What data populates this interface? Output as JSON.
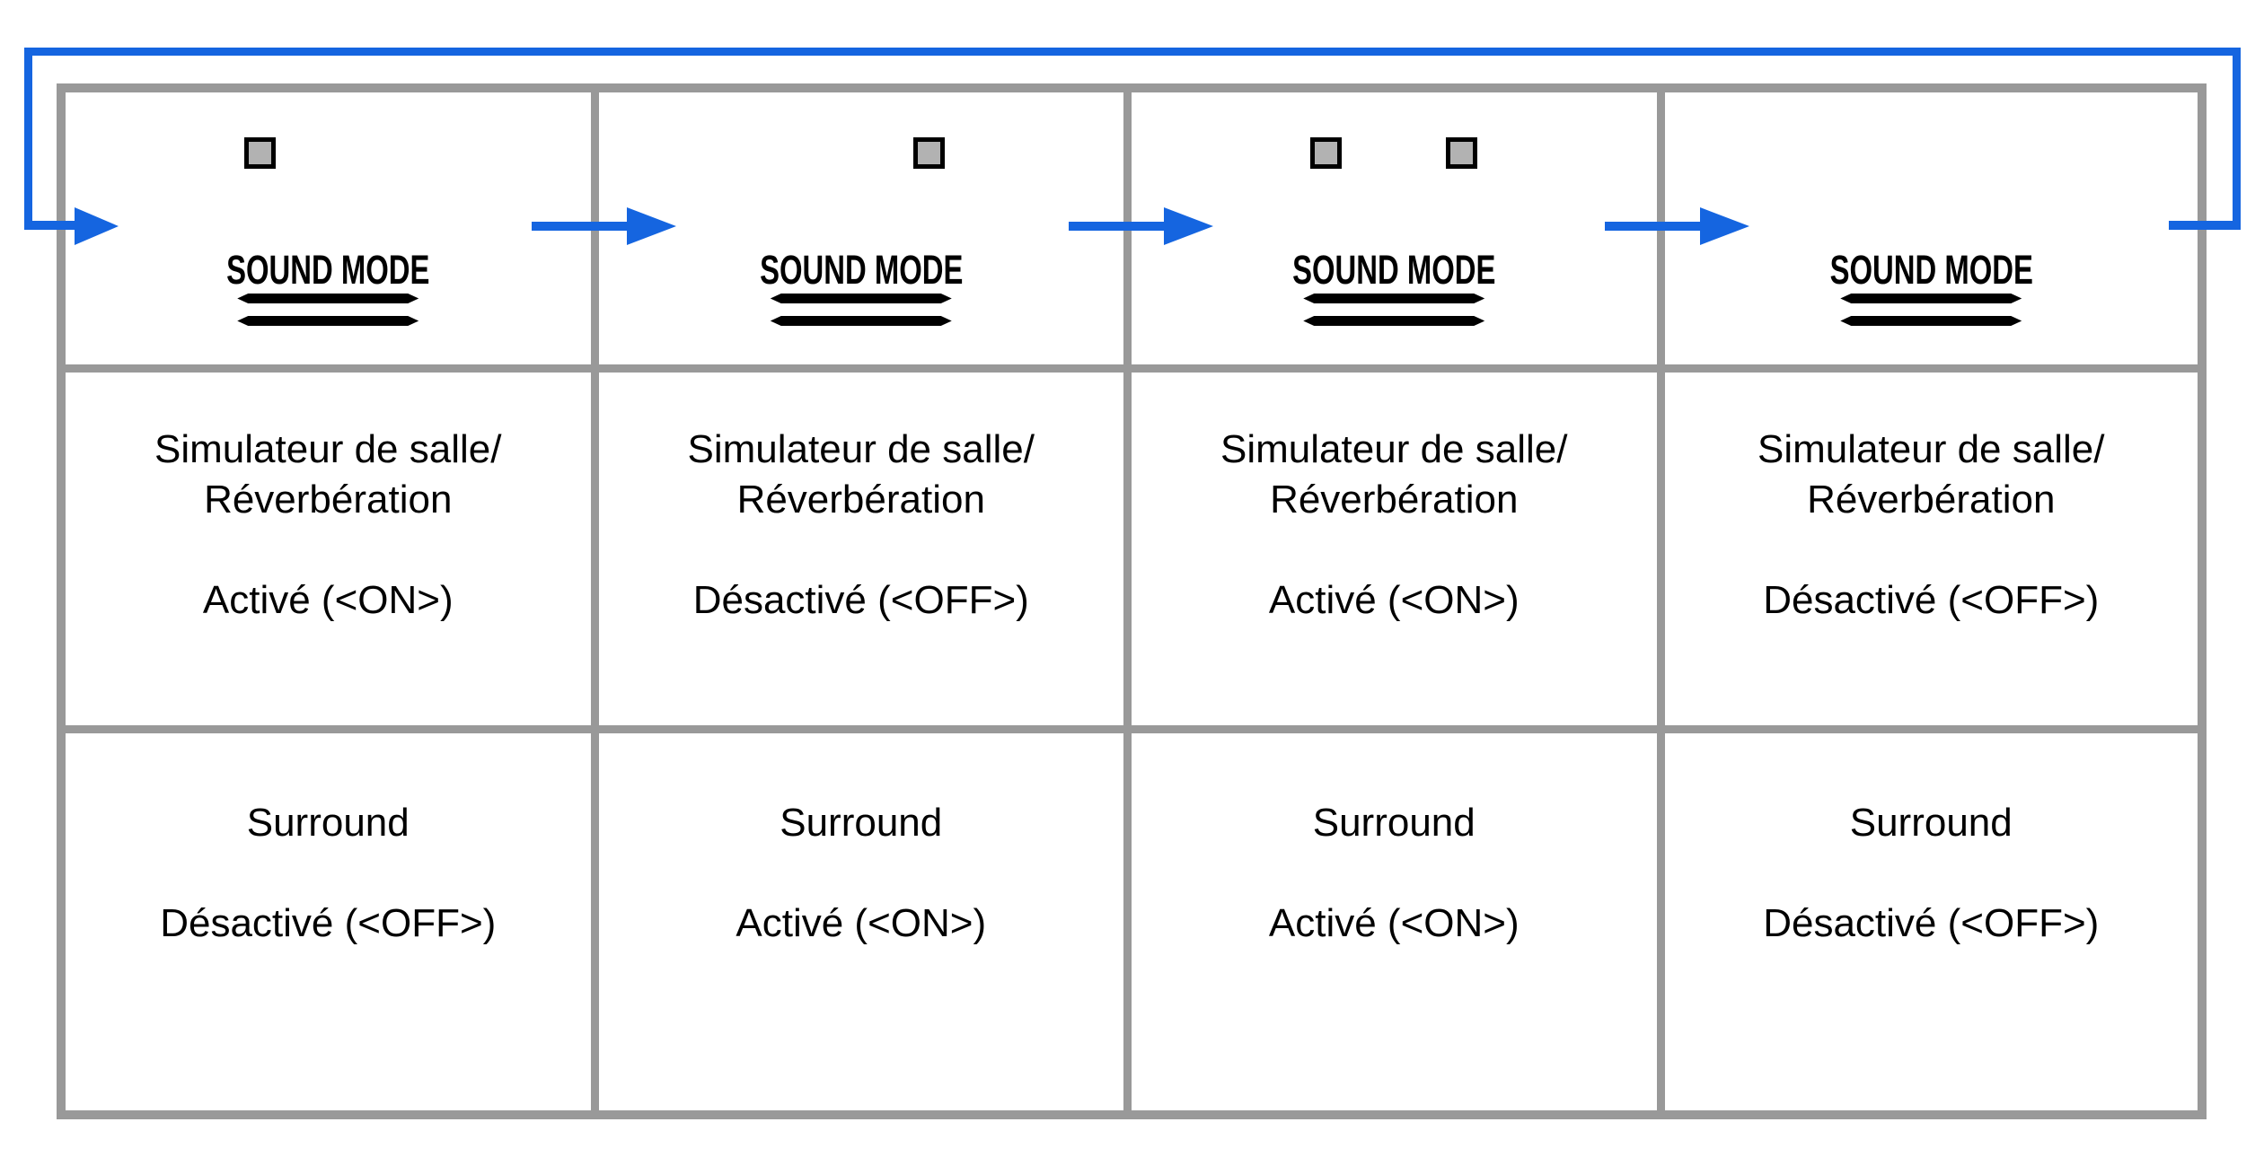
{
  "diagram": {
    "button_label": "SOUND MODE",
    "colors": {
      "accent_blue": "#1565E0",
      "border_grey": "#999999",
      "led_fill": "#B2B2B2"
    },
    "columns": [
      {
        "leds": {
          "left": true,
          "right": false
        },
        "sim_title_1": "Simulateur de salle/",
        "sim_title_2": "Réverbération",
        "sim_state": "Activé (<ON>)",
        "surround_title": "Surround",
        "surround_state": "Désactivé (<OFF>)"
      },
      {
        "leds": {
          "left": false,
          "right": true
        },
        "sim_title_1": "Simulateur de salle/",
        "sim_title_2": "Réverbération",
        "sim_state": "Désactivé (<OFF>)",
        "surround_title": "Surround",
        "surround_state": "Activé (<ON>)"
      },
      {
        "leds": {
          "left": true,
          "right": true
        },
        "sim_title_1": "Simulateur de salle/",
        "sim_title_2": "Réverbération",
        "sim_state": "Activé (<ON>)",
        "surround_title": "Surround",
        "surround_state": "Activé (<ON>)"
      },
      {
        "leds": {
          "left": false,
          "right": false
        },
        "sim_title_1": "Simulateur de salle/",
        "sim_title_2": "Réverbération",
        "sim_state": "Désactivé (<OFF>)",
        "surround_title": "Surround",
        "surround_state": "Désactivé (<OFF>)"
      }
    ]
  }
}
